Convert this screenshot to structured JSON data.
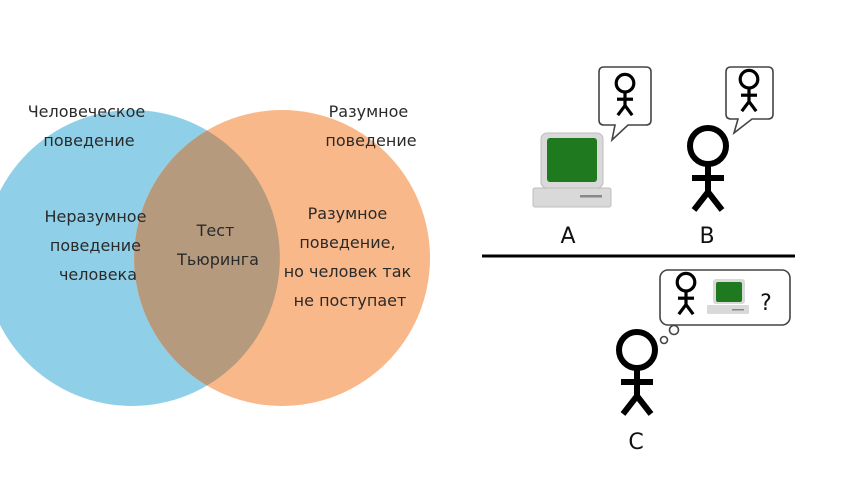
{
  "venn": {
    "left_title": [
      "Человеческое",
      "поведение"
    ],
    "right_title": [
      "Разумное",
      "поведение"
    ],
    "left_inner": [
      "Неразумное",
      "поведение",
      "человека"
    ],
    "overlap": [
      "Тест",
      "Тьюринга"
    ],
    "right_inner": [
      "Разумное",
      "поведение,",
      "но человек так",
      "не поступает"
    ],
    "colors": {
      "left": "#8fd0e8",
      "right": "#f8b88a",
      "overlap": "#b59a7e"
    }
  },
  "turing_setup": {
    "label_a": "A",
    "label_b": "B",
    "label_c": "C",
    "question_mark": "?",
    "icons": [
      "computer-icon",
      "person-icon",
      "thought-bubble-icon"
    ],
    "colors": {
      "screen": "#1f7a1f",
      "stroke": "#000000",
      "base": "#d9d9d9"
    }
  }
}
